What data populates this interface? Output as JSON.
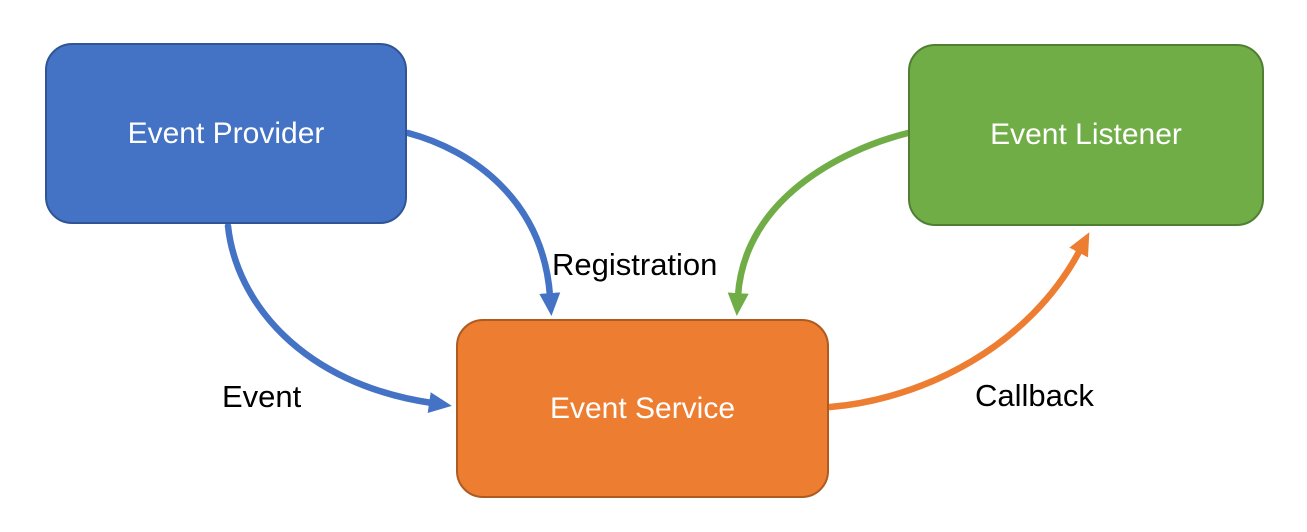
{
  "diagram": {
    "background_color": "#ffffff",
    "nodes": [
      {
        "id": "event-provider",
        "label": "Event Provider",
        "fill_color": "#4472c4",
        "border_color": "#2f5597",
        "text_color": "#ffffff"
      },
      {
        "id": "event-listener",
        "label": "Event Listener",
        "fill_color": "#70ad47",
        "border_color": "#507e32",
        "text_color": "#ffffff"
      },
      {
        "id": "event-service",
        "label": "Event Service",
        "fill_color": "#ed7d31",
        "border_color": "#ae5a21",
        "text_color": "#ffffff"
      }
    ],
    "edges": [
      {
        "id": "provider-registration",
        "from": "Event Provider",
        "to": "Event Service",
        "color": "#4472c4",
        "label": "Registration"
      },
      {
        "id": "listener-registration",
        "from": "Event Listener",
        "to": "Event Service",
        "color": "#70ad47",
        "label": "Registration"
      },
      {
        "id": "provider-event",
        "from": "Event Provider",
        "to": "Event Service",
        "color": "#4472c4",
        "label": "Event"
      },
      {
        "id": "service-callback",
        "from": "Event Service",
        "to": "Event Listener",
        "color": "#ed7d31",
        "label": "Callback"
      }
    ],
    "labels": {
      "registration": "Registration",
      "event": "Event",
      "callback": "Callback"
    },
    "label_text_color": "#000000"
  }
}
